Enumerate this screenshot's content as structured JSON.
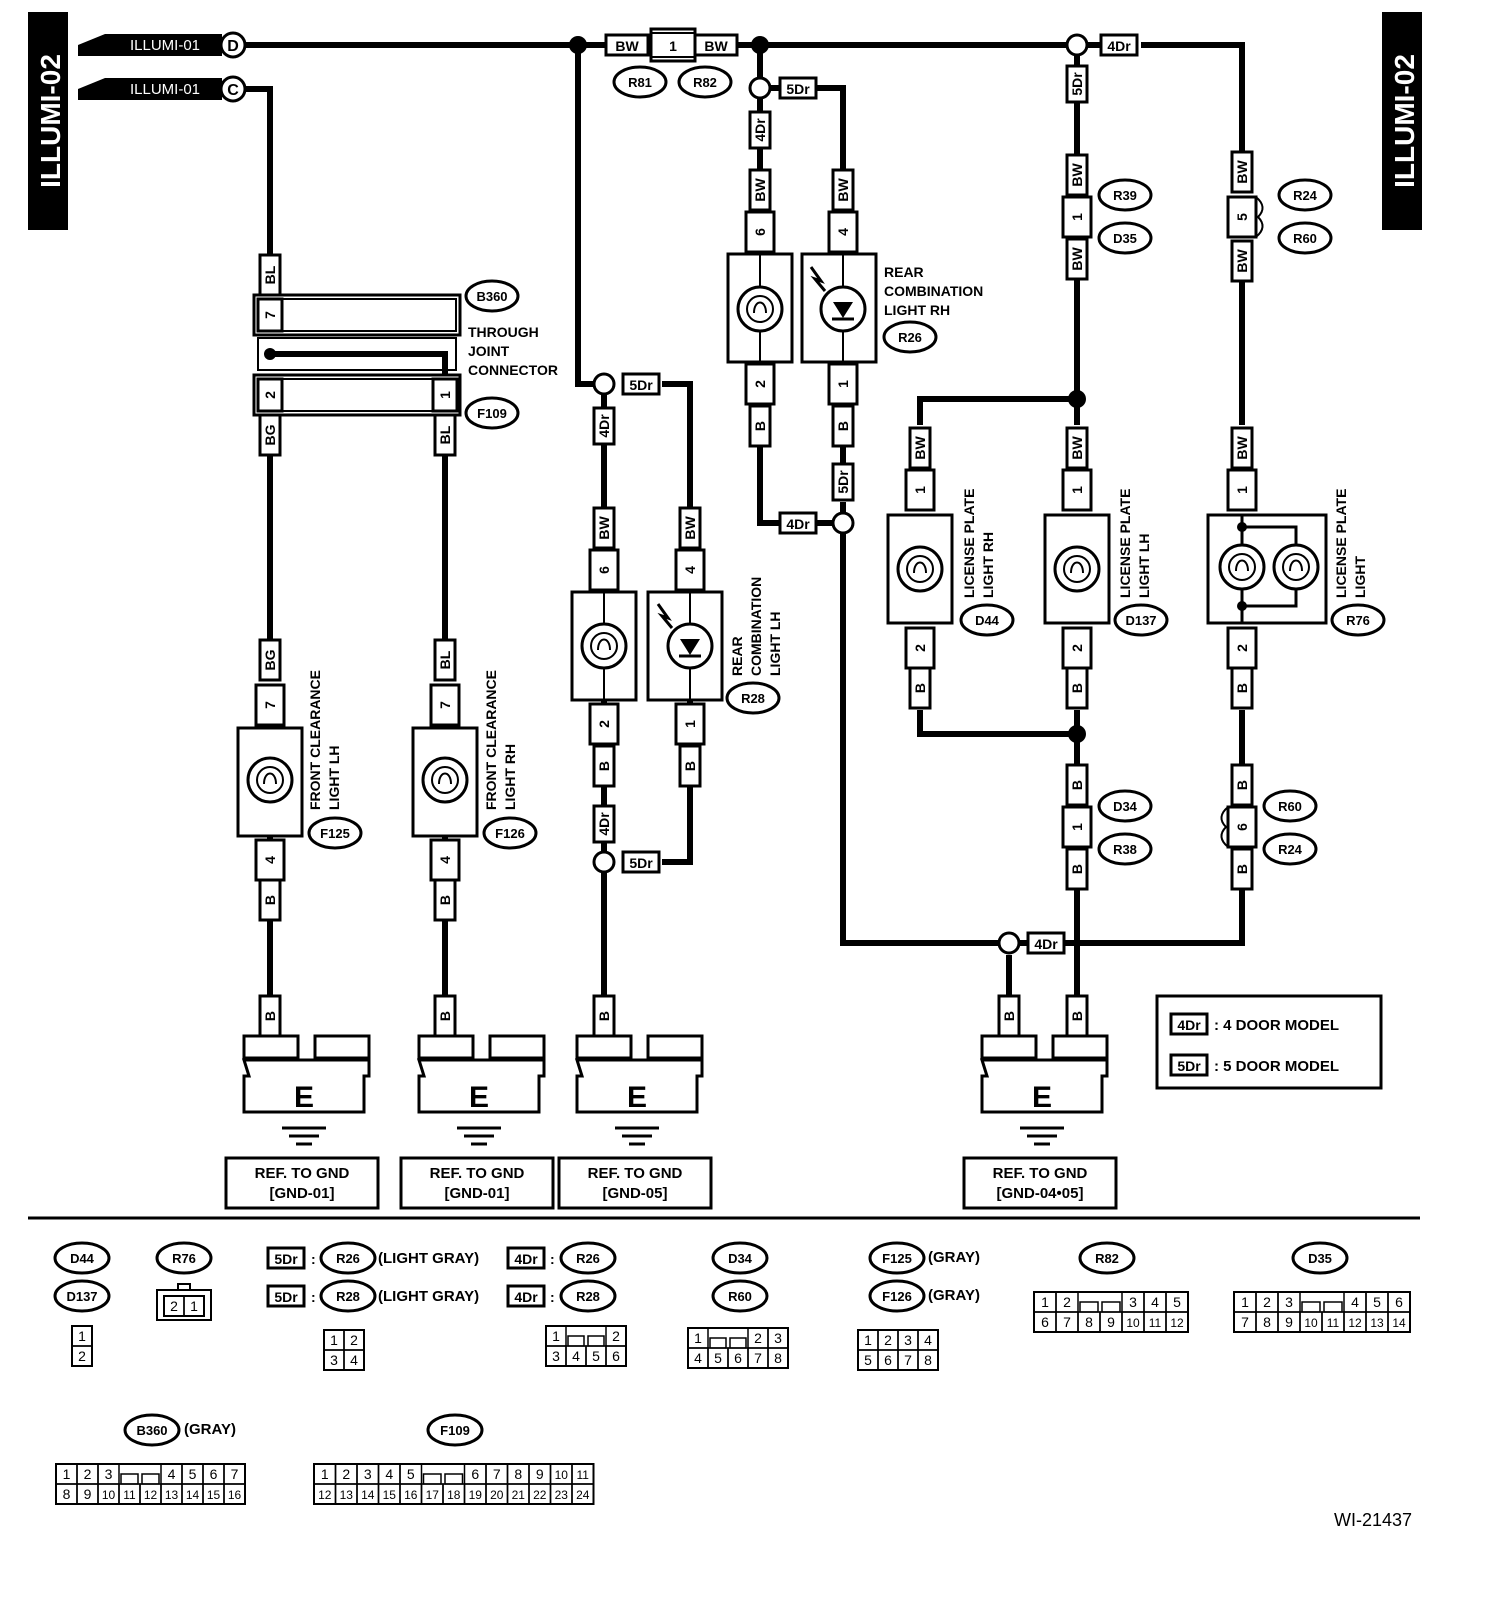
{
  "side_title": "ILLUMI-02",
  "illumi_inputs": [
    {
      "label": "ILLUMI-01",
      "letter": "D"
    },
    {
      "label": "ILLUMI-01",
      "letter": "C"
    }
  ],
  "wire_colors": {
    "bw": "BW",
    "bl": "BL",
    "bg": "BG",
    "b": "B"
  },
  "variants": {
    "four_door": "4Dr",
    "five_door": "5Dr"
  },
  "pins": {
    "p1": "1",
    "p2": "2",
    "p4": "4",
    "p5": "5",
    "p6": "6",
    "p7": "7"
  },
  "connectors": {
    "R81": "R81",
    "R82": "R82",
    "R39": "R39",
    "D35": "D35",
    "R24": "R24",
    "R60": "R60",
    "B360": "B360",
    "F109": "F109",
    "R26": "R26",
    "R28": "R28",
    "D44": "D44",
    "D137": "D137",
    "R76": "R76",
    "F125": "F125",
    "F126": "F126",
    "D34": "D34",
    "R38": "R38"
  },
  "components": {
    "through_joint": [
      "THROUGH",
      "JOINT",
      "CONNECTOR"
    ],
    "rear_combo_rh": [
      "REAR",
      "COMBINATION",
      "LIGHT RH"
    ],
    "rear_combo_lh": [
      "REAR",
      "COMBINATION",
      "LIGHT LH"
    ],
    "license_rh": [
      "LICENSE PLATE",
      "LIGHT RH"
    ],
    "license_lh": [
      "LICENSE PLATE",
      "LIGHT LH"
    ],
    "license": [
      "LICENSE PLATE",
      "LIGHT"
    ],
    "front_clearance_lh": [
      "FRONT CLEARANCE",
      "LIGHT LH"
    ],
    "front_clearance_rh": [
      "FRONT CLEARANCE",
      "LIGHT RH"
    ]
  },
  "ground_symbol": "E",
  "ground_refs": [
    {
      "line1": "REF. TO GND",
      "line2": "[GND-01]"
    },
    {
      "line1": "REF. TO GND",
      "line2": "[GND-01]"
    },
    {
      "line1": "REF. TO GND",
      "line2": "[GND-05]"
    },
    {
      "line1": "REF. TO GND",
      "line2": "[GND-04•05]"
    }
  ],
  "legend": [
    {
      "code": "4Dr",
      "text": ": 4 DOOR MODEL"
    },
    {
      "code": "5Dr",
      "text": ": 5 DOOR MODEL"
    }
  ],
  "gray": "(GRAY)",
  "light_gray": "(LIGHT GRAY)",
  "figure_id": "WI-21437"
}
